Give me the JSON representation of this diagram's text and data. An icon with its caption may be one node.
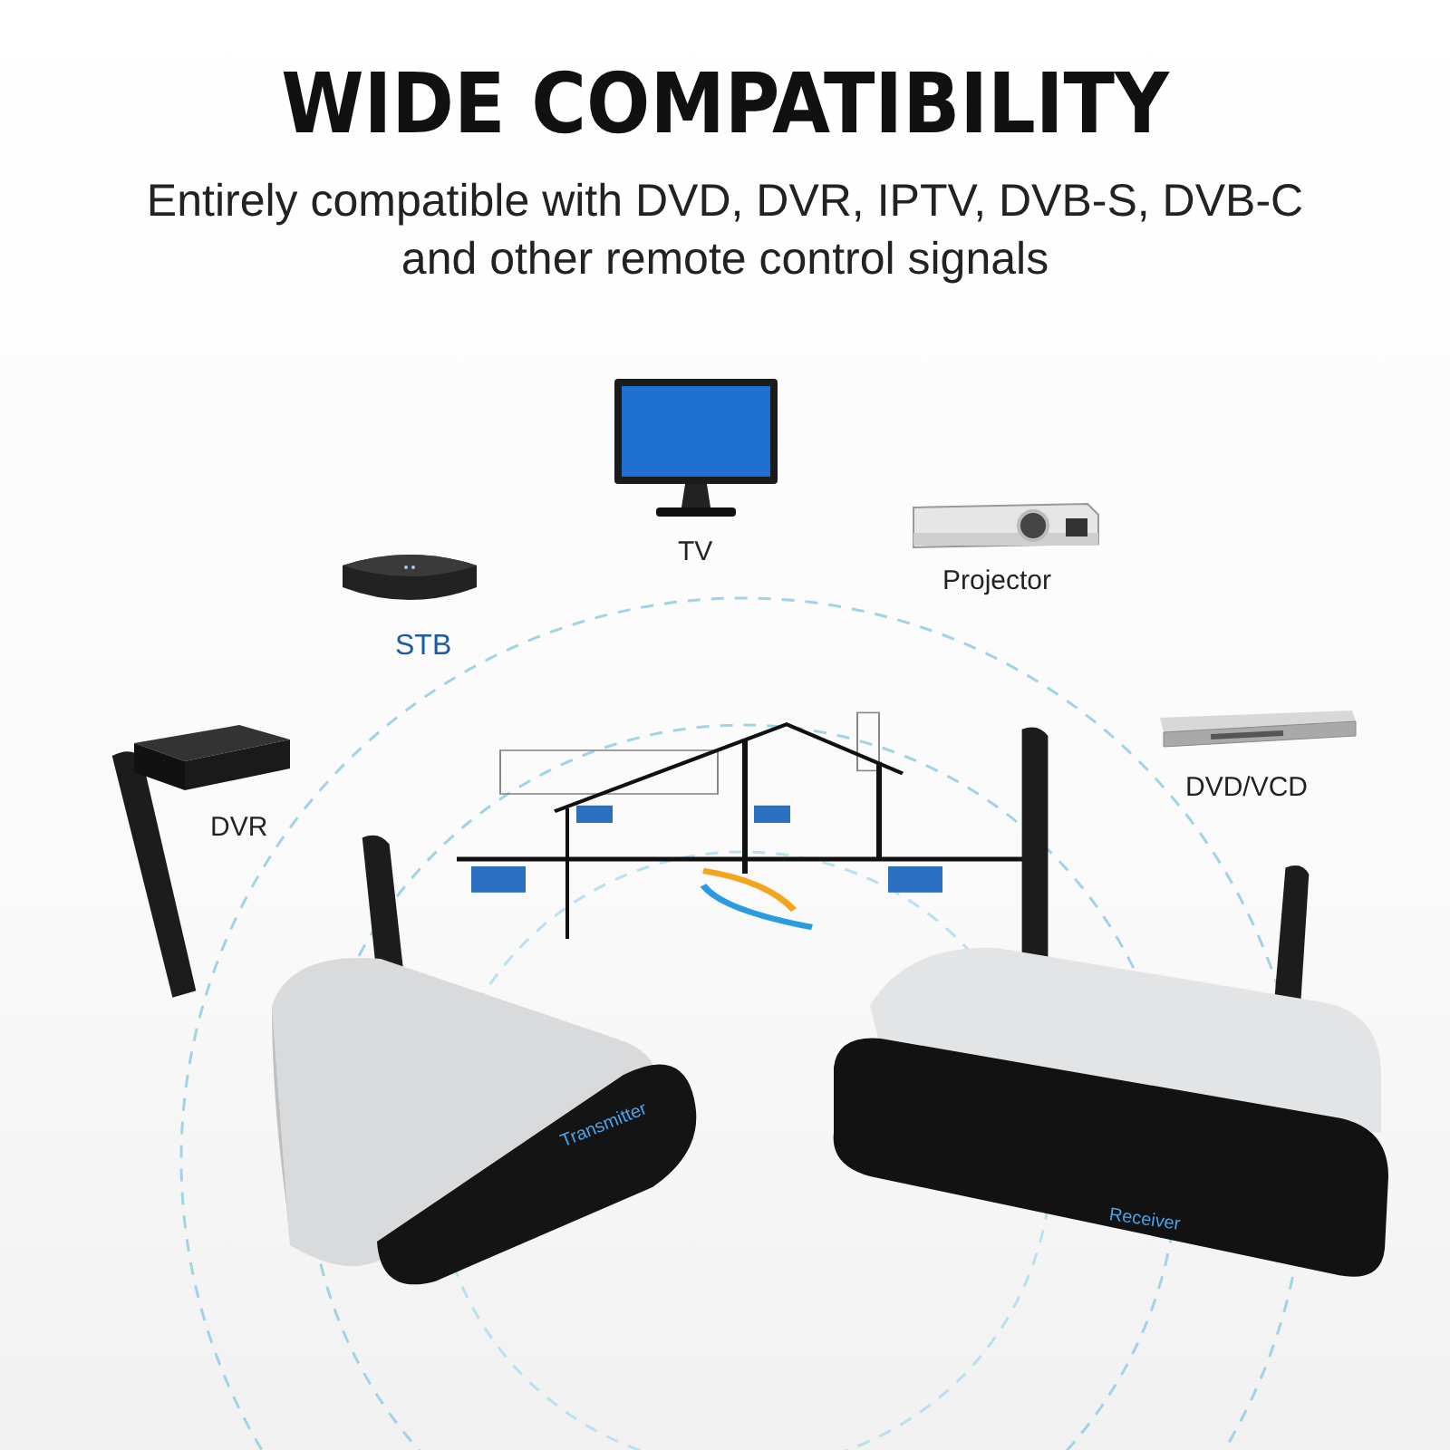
{
  "diagram": {
    "title": "WIDE COMPATIBILITY",
    "caption": "Entirely compatible with DVD, DVR, IPTV, DVB-S, DVB-C and other remote control signals",
    "nodes": [
      {
        "text": [
          "TV"
        ]
      },
      {
        "text": [
          "Projector"
        ]
      },
      {
        "text": [
          "STB"
        ]
      },
      {
        "text": [
          "DVR"
        ]
      },
      {
        "text": [
          "DVD/VCD"
        ]
      },
      {
        "text": [
          "Transmitter"
        ]
      },
      {
        "text": [
          "Receiver"
        ]
      }
    ],
    "edges": []
  }
}
